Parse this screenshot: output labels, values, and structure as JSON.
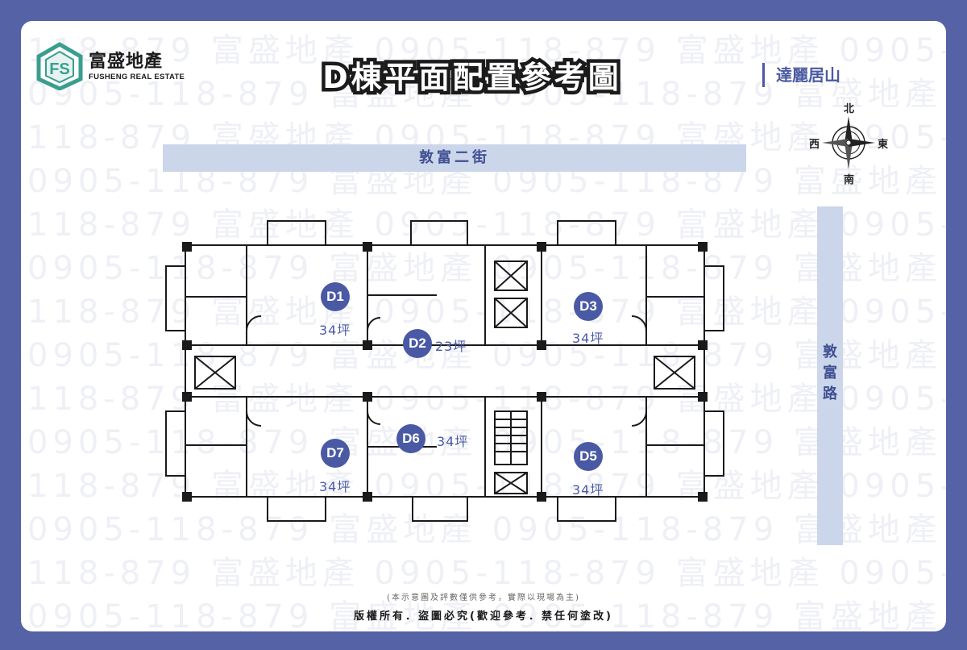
{
  "brand": {
    "name": "富盛地產",
    "english_name": "FUSHENG REAL ESTATE",
    "logo_letters": "FS",
    "accent_color": "#4a59a4",
    "logo_color": "#3a9e8f"
  },
  "watermark": {
    "line_a": "118-879   富盛地產   0905-118-879   富盛地產   0905-118",
    "line_b": "0905-118-879   富盛地產   0905-118-879   富盛地產   090"
  },
  "title": "D棟平面配置參考圖",
  "project_name": "達麗居山",
  "compass": {
    "north": "北",
    "south": "南",
    "east": "東",
    "west": "西"
  },
  "streets": {
    "horizontal": "敦富二街",
    "vertical": "敦富路"
  },
  "units": [
    {
      "id": "D1",
      "size": "34坪"
    },
    {
      "id": "D2",
      "size": "23坪"
    },
    {
      "id": "D3",
      "size": "34坪"
    },
    {
      "id": "D5",
      "size": "34坪"
    },
    {
      "id": "D6",
      "size": "34坪"
    },
    {
      "id": "D7",
      "size": "34坪"
    }
  ],
  "footer": {
    "disclaimer": "(本示意圖及評數僅供參考，實際以現場為主)",
    "copyright": "版權所有．盜圖必究(歡迎參考．禁任何塗改)"
  }
}
